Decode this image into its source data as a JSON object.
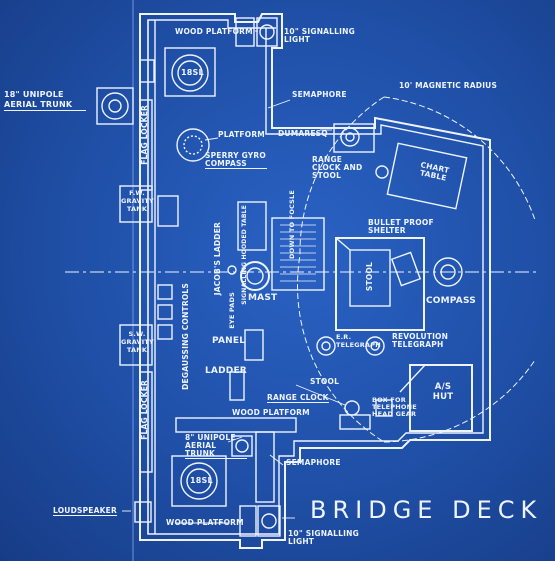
{
  "title": "BRIDGE DECK",
  "colors": {
    "background": "#1f4fa6",
    "line": "#eef4ff"
  },
  "labels": {
    "wood_platform_top": "WOOD PLATFORM",
    "signalling_light_top": "10\" SIGNALLING LIGHT",
    "magnetic_radius": "10' MAGNETIC RADIUS",
    "unipole_18": "18\" UNIPOLE AERIAL TRUNK",
    "semaphore_top": "SEMAPHORE",
    "platform": "PLATFORM",
    "dumaresq": "DUMARESQ",
    "sperry_gyro": "SPERRY GYRO COMPASS",
    "range_clock_stool": "RANGE CLOCK AND STOOL",
    "chart_table": "CHART TABLE",
    "flag_locker_top": "FLAG LOCKER",
    "fw_gravity_tank": "F.W. GRAVITY TANK",
    "jacobs_ladder": "JACOB'S LADDER",
    "signalling_hooded_table": "SIGNALLING HOODED TABLE",
    "down_to_focsle": "DOWN TO FOCSLE",
    "bullet_proof_shelter": "BULLET PROOF SHELTER",
    "stool_shelter": "STOOL",
    "compass": "COMPASS",
    "eye_pads": "EYE PADS",
    "mast": "MAST",
    "degaussing": "DEGAUSSING CONTROLS",
    "sw_gravity_tank": "S.W. GRAVITY TANK",
    "panel": "PANEL",
    "er_telegraph": "E.R. TELEGRAPH",
    "revolution_telegraph": "REVOLUTION TELEGRAPH",
    "ladder": "LADDER",
    "as_hut": "A/S HUT",
    "flag_locker_bottom": "FLAG LOCKER",
    "stool_bottom": "STOOL",
    "range_clock": "RANGE CLOCK",
    "box_telephone": "BOX FOR TELEPHONE HEAD GEAR",
    "wood_platform_mid": "WOOD PLATFORM",
    "unipole_8": "8\" UNIPOLE AERIAL TRUNK",
    "semaphore_bottom": "SEMAPHORE",
    "loudspeaker": "LOUDSPEAKER",
    "wood_platform_bottom": "WOOD PLATFORM",
    "signalling_light_bottom": "10\" SIGNALLING LIGHT",
    "light_18sl_top": "18SL",
    "light_18sl_bottom": "18SL"
  }
}
